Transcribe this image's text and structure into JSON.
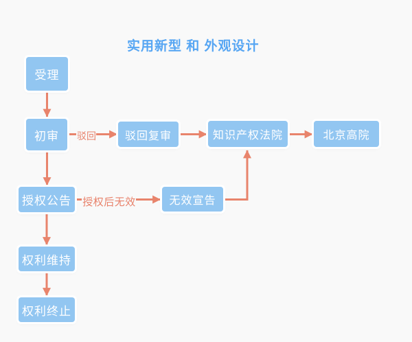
{
  "title": "实用新型 和 外观设计",
  "colors": {
    "background": "#f9f9f9",
    "node_fill": "#92c6f1",
    "node_border": "#ffffff",
    "node_text": "#ffffff",
    "title_text": "#57a6f3",
    "arrow": "#e8846c",
    "edge_label_text": "#e8826b"
  },
  "nodes": [
    {
      "id": "acceptance",
      "label": "受理"
    },
    {
      "id": "preliminary-exam",
      "label": "初审"
    },
    {
      "id": "rejection-review",
      "label": "驳回复审"
    },
    {
      "id": "ip-court",
      "label": "知识产权法院"
    },
    {
      "id": "beijing-high-court",
      "label": "北京高院"
    },
    {
      "id": "grant-announcement",
      "label": "授权公告"
    },
    {
      "id": "invalidation-declaration",
      "label": "无效宣告"
    },
    {
      "id": "right-maintained",
      "label": "权利维持"
    },
    {
      "id": "right-terminated",
      "label": "权利终止"
    }
  ],
  "edge_labels": [
    {
      "id": "rejected",
      "label": "驳回"
    },
    {
      "id": "invalid-after-grant",
      "label": "授权后无效"
    }
  ]
}
